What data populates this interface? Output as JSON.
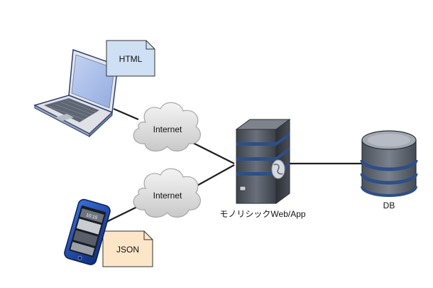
{
  "nodes": {
    "laptop": {
      "icon": "laptop-icon"
    },
    "phone": {
      "icon": "smartphone-icon",
      "clock": "10:15"
    },
    "server": {
      "icon": "server-icon",
      "label": "モノリシックWeb/App"
    },
    "db": {
      "icon": "database-icon",
      "label": "DB"
    }
  },
  "clouds": [
    {
      "icon": "cloud-icon",
      "label": "Internet"
    },
    {
      "icon": "cloud-icon",
      "label": "Internet"
    }
  ],
  "notes": [
    {
      "icon": "document-icon",
      "label": "HTML",
      "fill": "#cfe0f4"
    },
    {
      "icon": "document-icon",
      "label": "JSON",
      "fill": "#fde6c8"
    }
  ],
  "colors": {
    "line": "#1e1e1e",
    "server_body": "#555b66",
    "stripe_blue": "#2e4f86",
    "db_body": "#5c6470",
    "laptop_screen": "#aabfea"
  }
}
